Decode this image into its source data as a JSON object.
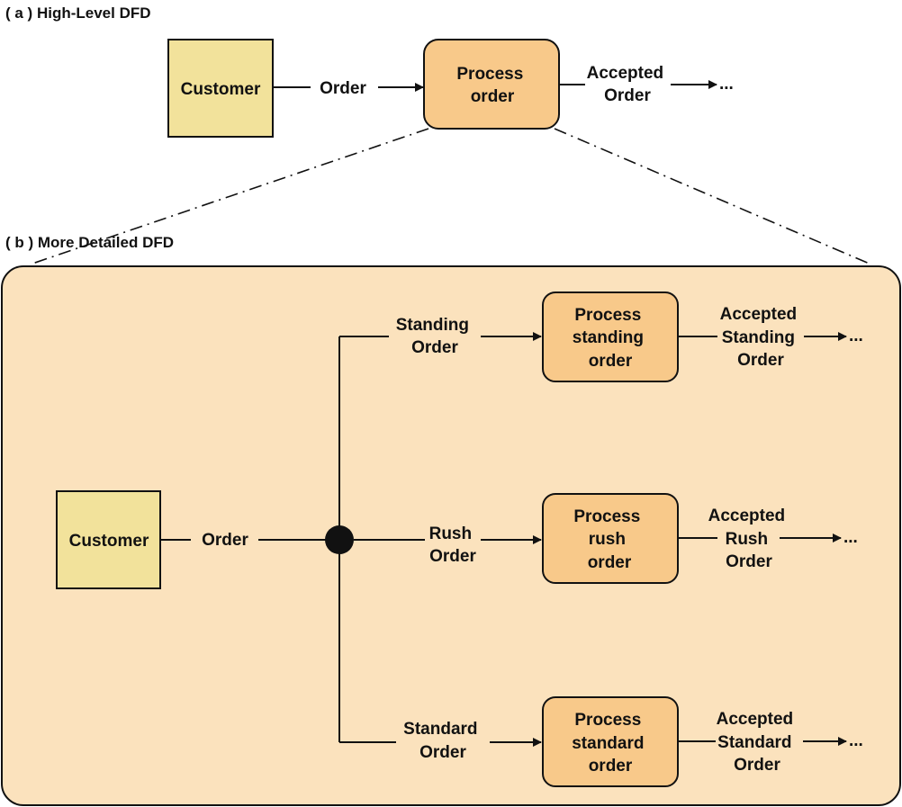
{
  "colors": {
    "entity_fill": "#f2e29b",
    "process_fill": "#f8c98a",
    "panel_fill": "#fbe2bd",
    "stroke": "#111111"
  },
  "high_level": {
    "label": "( a ) High-Level DFD",
    "customer": "Customer",
    "order_flow": "Order",
    "process": [
      "Process",
      "order"
    ],
    "accepted": [
      "Accepted",
      "Order"
    ],
    "ellipsis": "..."
  },
  "detailed": {
    "label": "( b ) More Detailed DFD",
    "customer": "Customer",
    "order_flow": "Order",
    "branches": [
      {
        "key": "standing",
        "input": [
          "Standing",
          "Order"
        ],
        "process": [
          "Process",
          "standing",
          "order"
        ],
        "output": [
          "Accepted",
          "Standing",
          "Order"
        ],
        "ellipsis": "..."
      },
      {
        "key": "rush",
        "input": [
          "Rush",
          "Order"
        ],
        "process": [
          "Process",
          "rush",
          "order"
        ],
        "output": [
          "Accepted",
          "Rush",
          "Order"
        ],
        "ellipsis": "..."
      },
      {
        "key": "standard",
        "input": [
          "Standard",
          "Order"
        ],
        "process": [
          "Process",
          "standard",
          "order"
        ],
        "output": [
          "Accepted",
          "Standard",
          "Order"
        ],
        "ellipsis": "..."
      }
    ]
  }
}
